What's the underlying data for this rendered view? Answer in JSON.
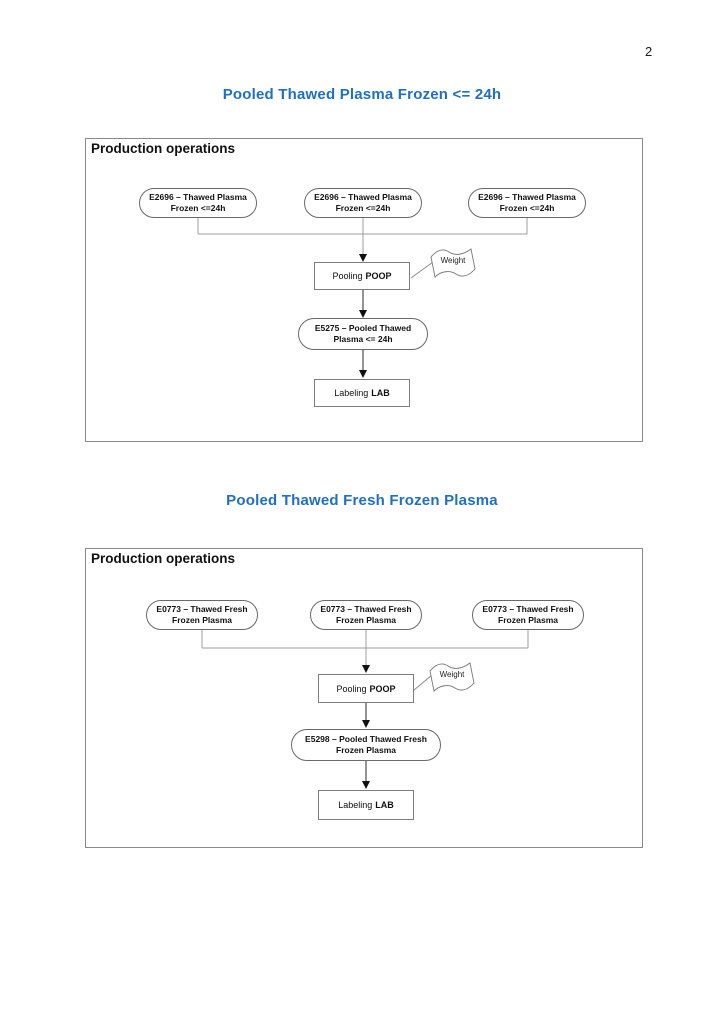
{
  "page_number": "2",
  "colors": {
    "heading_blue": "#1f6fc5",
    "tree_line_gray": "#9e9e9e",
    "arrow_black": "#2a2a2a"
  },
  "diagrams": [
    {
      "title": "Pooled Thawed Plasma Frozen <= 24h",
      "frame_label": "Production operations",
      "inputs": [
        {
          "line1": "E2696 – Thawed Plasma",
          "line2": "Frozen <=24h"
        },
        {
          "line1": "E2696 – Thawed Plasma",
          "line2": "Frozen <=24h"
        },
        {
          "line1": "E2696 – Thawed Plasma",
          "line2": "Frozen <=24h"
        }
      ],
      "pooling": {
        "prefix": "Pooling",
        "code": "POOP"
      },
      "note": "Weight",
      "pooled": {
        "line1": "E5275 – Pooled Thawed",
        "line2": "Plasma <= 24h"
      },
      "labeling": {
        "prefix": "Labeling",
        "code": "LAB"
      }
    },
    {
      "title": "Pooled Thawed Fresh Frozen Plasma",
      "frame_label": "Production operations",
      "inputs": [
        {
          "line1": "E0773 – Thawed Fresh",
          "line2": "Frozen Plasma"
        },
        {
          "line1": "E0773 – Thawed Fresh",
          "line2": "Frozen Plasma"
        },
        {
          "line1": "E0773 – Thawed Fresh",
          "line2": "Frozen Plasma"
        }
      ],
      "pooling": {
        "prefix": "Pooling",
        "code": "POOP"
      },
      "note": "Weight",
      "pooled": {
        "line1": "E5298 – Pooled Thawed Fresh",
        "line2": "Frozen Plasma"
      },
      "labeling": {
        "prefix": "Labeling",
        "code": "LAB"
      }
    }
  ]
}
